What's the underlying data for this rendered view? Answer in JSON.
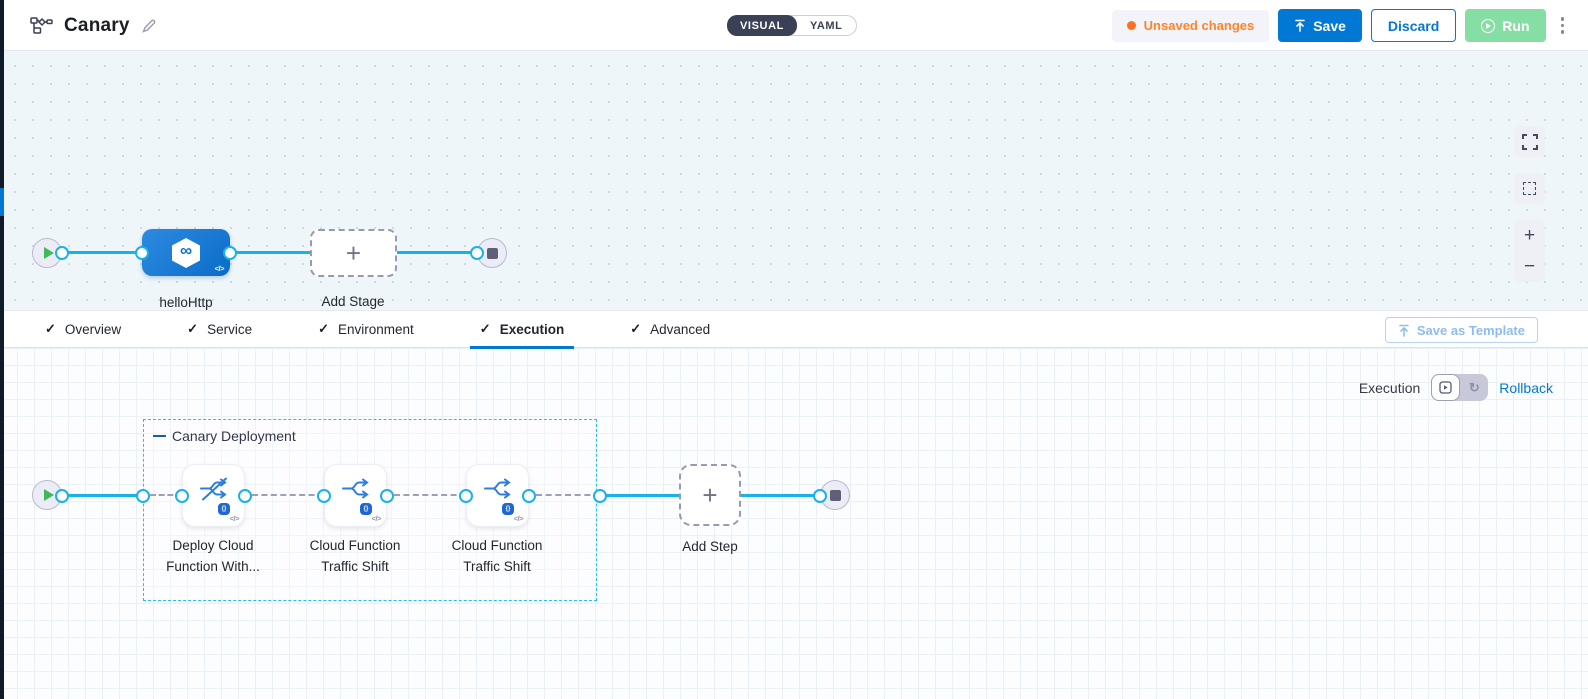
{
  "header": {
    "title": "Canary",
    "mode_toggle": {
      "visual_label": "VISUAL",
      "yaml_label": "YAML"
    },
    "unsaved_label": "Unsaved changes",
    "save_label": "Save",
    "discard_label": "Discard",
    "run_label": "Run"
  },
  "stage_canvas": {
    "stage_name": "helloHttp",
    "add_stage_label": "Add Stage"
  },
  "tab_bar": {
    "tabs": [
      {
        "label": "Overview"
      },
      {
        "label": "Service"
      },
      {
        "label": "Environment"
      },
      {
        "label": "Execution"
      },
      {
        "label": "Advanced"
      }
    ],
    "active_tab": "Execution",
    "save_as_template_label": "Save as Template"
  },
  "execution_canvas": {
    "mode_label": "Execution",
    "rollback_label": "Rollback",
    "group_label": "Canary Deployment",
    "steps": [
      {
        "line1": "Deploy Cloud",
        "line2": "Function With..."
      },
      {
        "line1": "Cloud Function",
        "line2": "Traffic Shift"
      },
      {
        "line1": "Cloud Function",
        "line2": "Traffic Shift"
      }
    ],
    "add_step_label": "Add Step"
  },
  "glyphs": {
    "check": "✓",
    "plus": "+",
    "minus": "−",
    "infinity": "∞",
    "code": "</>",
    "rotate": "↻",
    "badge": "{}"
  },
  "colors": {
    "accent_blue": "#0278d5",
    "edge_cyan": "#18b2e8",
    "unsaved_orange": "#ff832b",
    "run_green": "#85dfa4"
  }
}
